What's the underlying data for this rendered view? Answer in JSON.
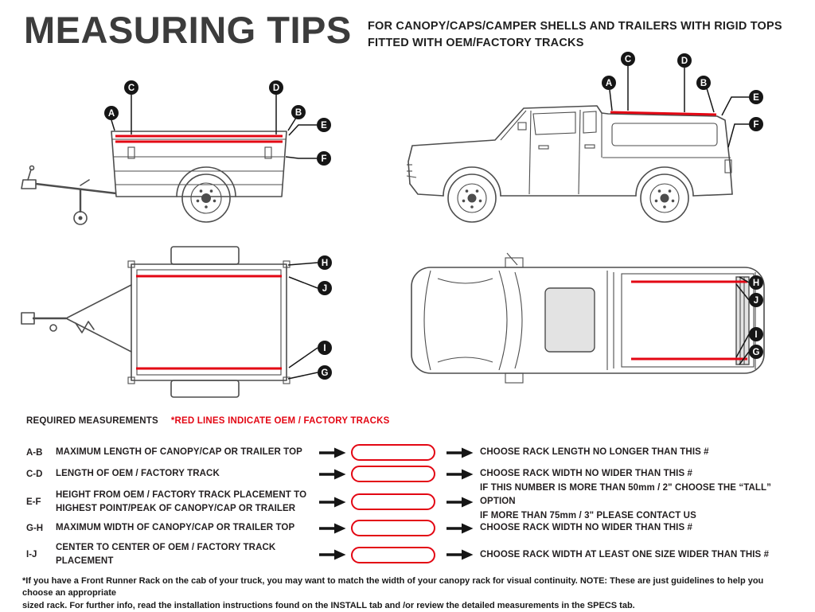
{
  "header": {
    "title": "MEASURING TIPS",
    "subtitle_line1": "FOR CANOPY/CAPS/CAMPER SHELLS AND TRAILERS WITH RIGID TOPS",
    "subtitle_line2": "FITTED WITH OEM/FACTORY TRACKS"
  },
  "callout_letters": {
    "A": "A",
    "B": "B",
    "C": "C",
    "D": "D",
    "E": "E",
    "F": "F",
    "G": "G",
    "H": "H",
    "I": "I",
    "J": "J"
  },
  "legend": {
    "required_label": "REQUIRED MEASUREMENTS",
    "tracks_note": "*RED LINES INDICATE OEM / FACTORY TRACKS",
    "rows": [
      {
        "code": "A-B",
        "description": "MAXIMUM  LENGTH OF CANOPY/CAP OR TRAILER TOP",
        "recommendation": "CHOOSE RACK LENGTH NO LONGER THAN THIS #"
      },
      {
        "code": "C-D",
        "description": "LENGTH OF OEM / FACTORY TRACK",
        "recommendation": "CHOOSE RACK WIDTH NO WIDER THAN THIS #"
      },
      {
        "code": "E-F",
        "description": "HEIGHT FROM OEM / FACTORY TRACK PLACEMENT TO\nHIGHEST POINT/PEAK OF CANOPY/CAP OR TRAILER",
        "recommendation": "IF THIS NUMBER IS MORE THAN 50mm / 2\" CHOOSE THE “TALL” OPTION\nIF MORE THAN 75mm / 3\" PLEASE CONTACT US"
      },
      {
        "code": "G-H",
        "description": "MAXIMUM  WIDTH OF CANOPY/CAP OR TRAILER TOP",
        "recommendation": "CHOOSE RACK WIDTH NO WIDER THAN THIS #"
      },
      {
        "code": "I-J",
        "description": "CENTER TO CENTER OF OEM / FACTORY TRACK PLACEMENT",
        "recommendation": "CHOOSE RACK WIDTH AT LEAST ONE SIZE WIDER THAN THIS #"
      }
    ]
  },
  "footnote": "*If you have a Front Runner Rack on the cab of your truck, you may want to match the width of your canopy rack for visual continuity. NOTE: These are just guidelines to help you choose an appropriate\nsized rack. For further info, read the installation instructions found on the INSTALL tab and /or review the detailed measurements in the SPECS tab.",
  "colors": {
    "track_red": "#e30613",
    "ink": "#231f20",
    "line_art": "#4d4d4d"
  }
}
